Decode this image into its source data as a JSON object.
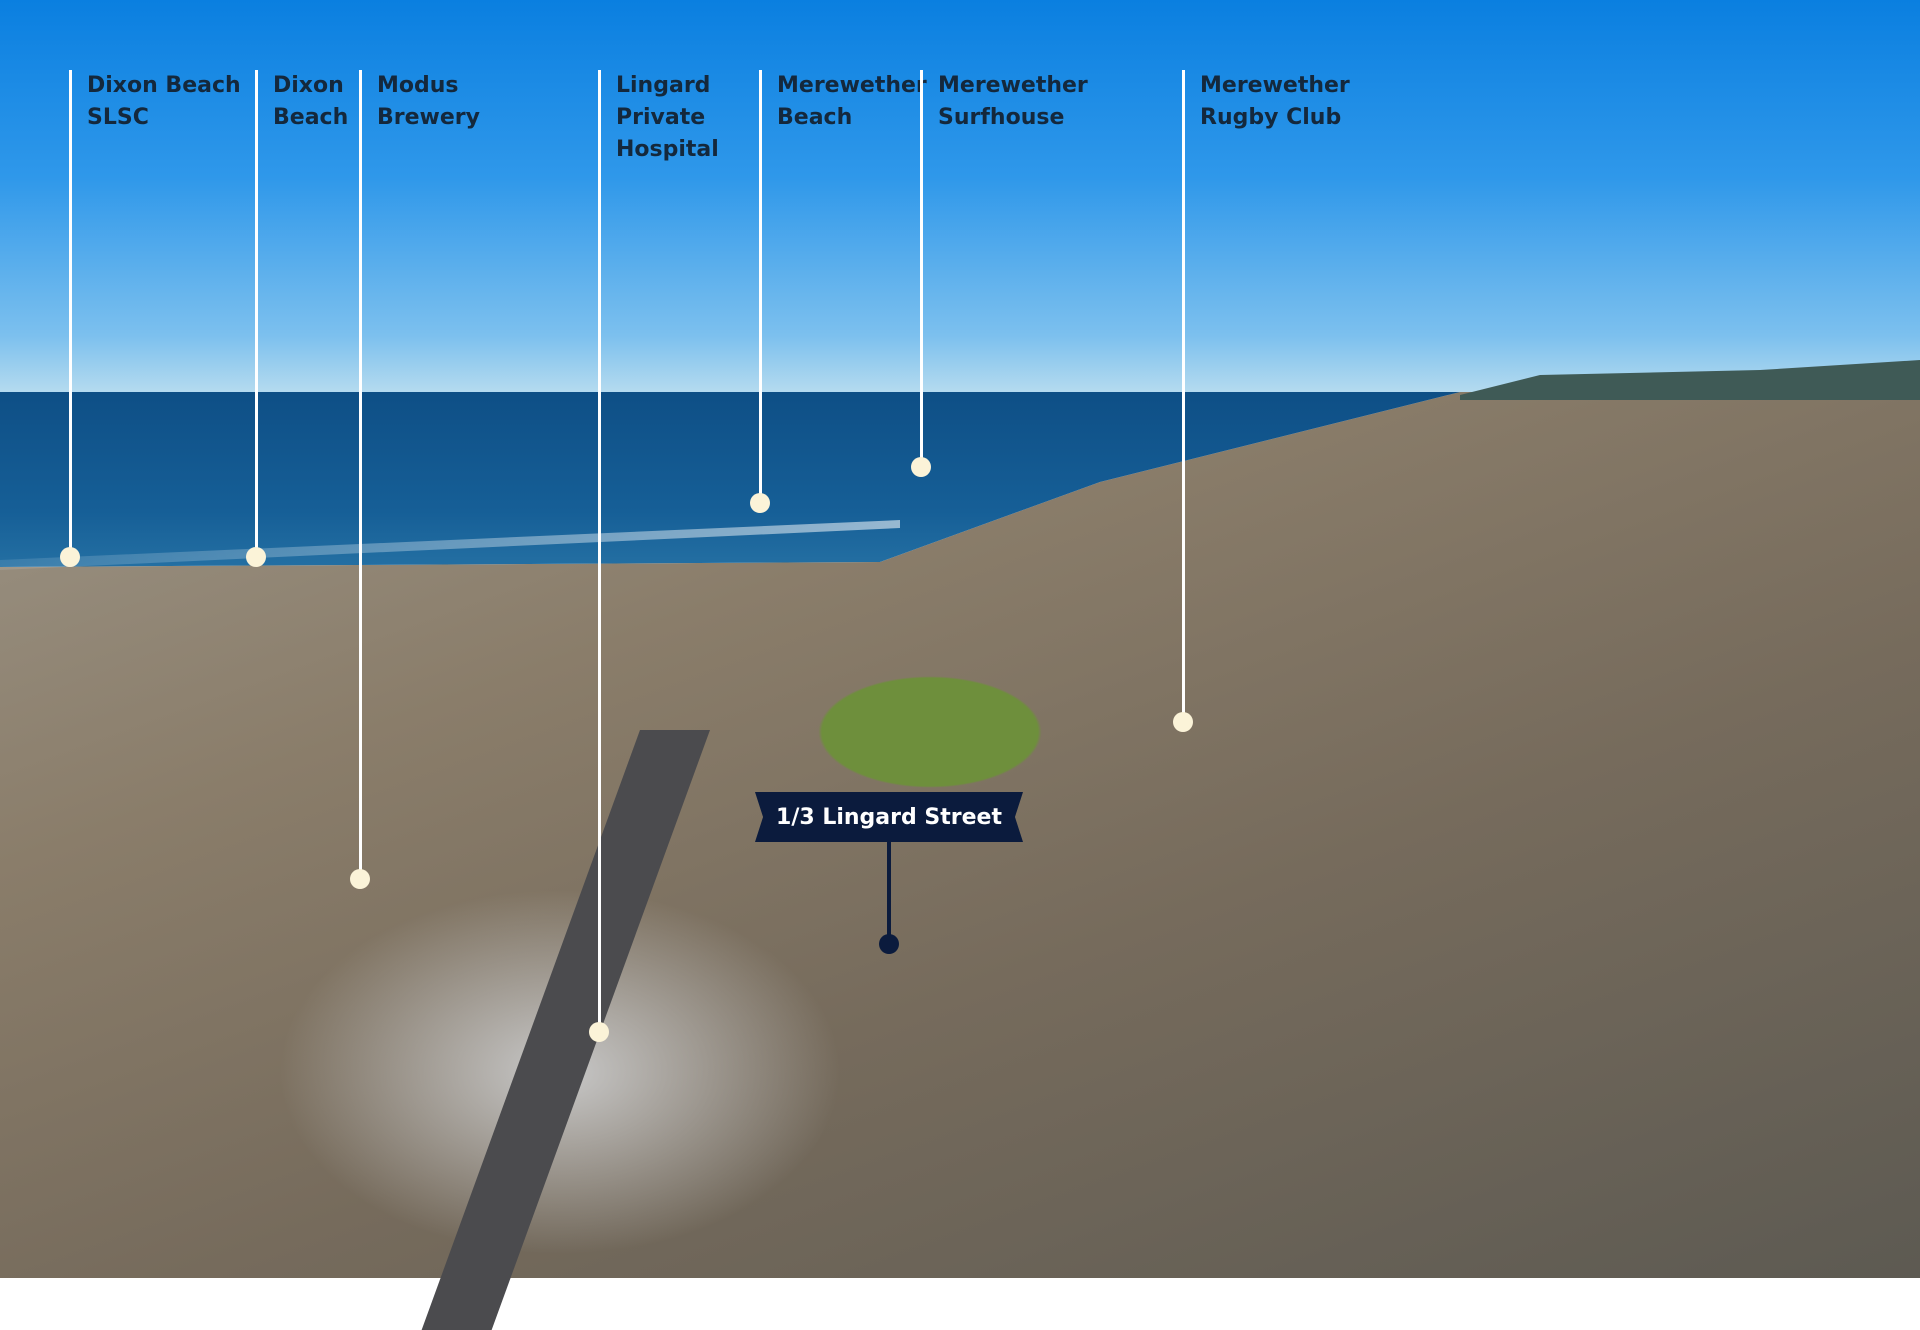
{
  "points_of_interest": [
    {
      "label": "Dixon Beach\nSLSC"
    },
    {
      "label": "Dixon\nBeach"
    },
    {
      "label": "Modus\nBrewery"
    },
    {
      "label": "Lingard\nPrivate\nHospital"
    },
    {
      "label": "Merewether\nBeach"
    },
    {
      "label": "Merewether\nSurfhouse"
    },
    {
      "label": "Merewether\nRugby Club"
    }
  ],
  "property": {
    "label": "1/3 Lingard Street"
  },
  "colors": {
    "banner": "#0b1b3d",
    "label_text": "#14283c",
    "marker": "#fbf3d8"
  }
}
